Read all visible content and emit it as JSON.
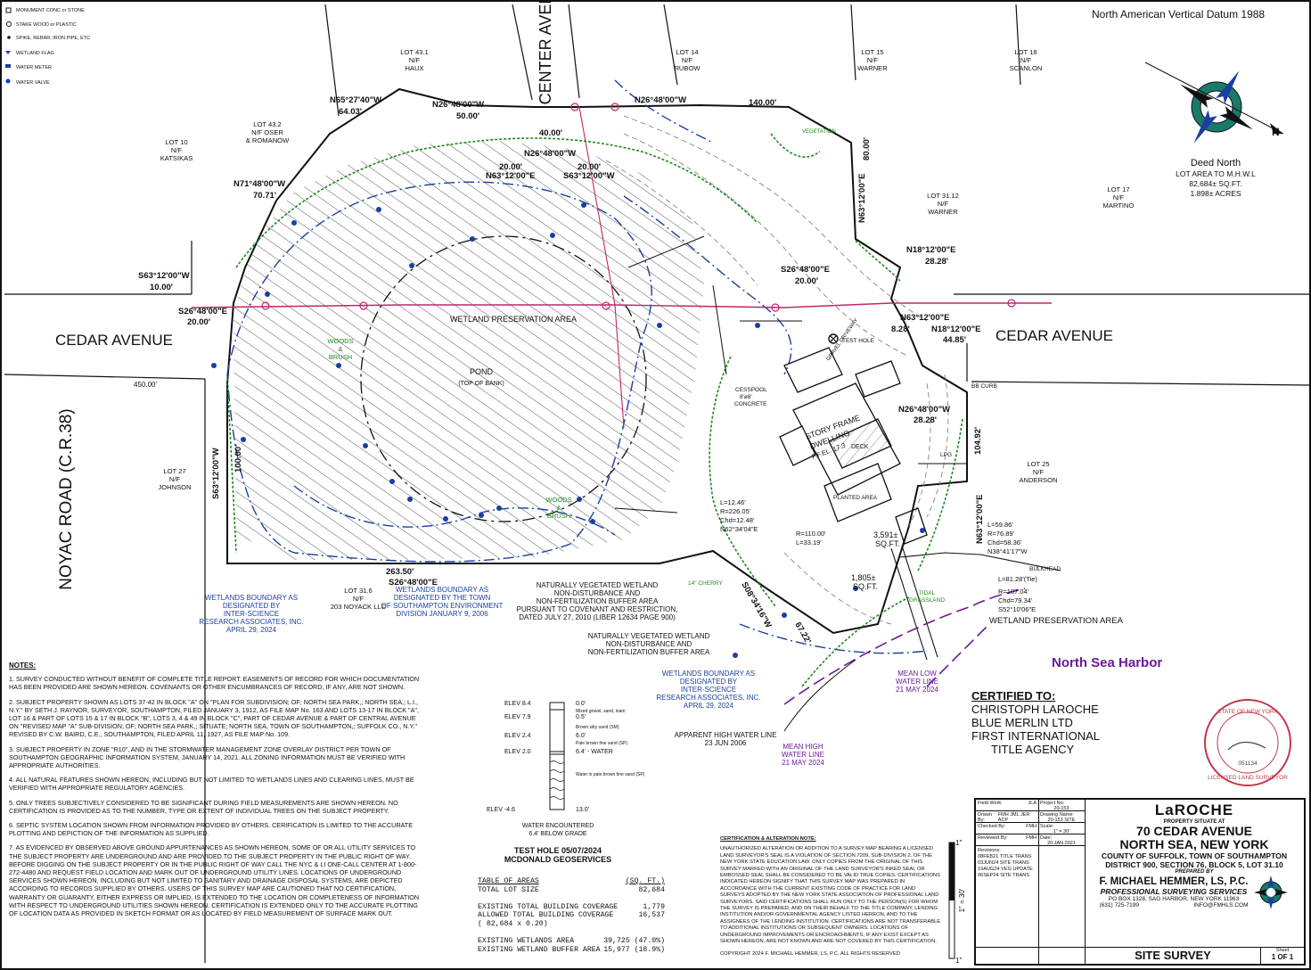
{
  "datum": "North American Vertical Datum 1988",
  "legend": [
    {
      "label": "MONUMENT CONC or STONE"
    },
    {
      "label": "STAKE WOOD or PLASTIC"
    },
    {
      "label": "SPIKE, REBAR, IRON PIPE, ETC"
    },
    {
      "label": "WETLAND FLAG"
    },
    {
      "label": "WATER METER"
    },
    {
      "label": "WATER VALVE"
    }
  ],
  "roads": {
    "center_avenue": "CENTER AVENUE",
    "cedar_avenue_left": "CEDAR AVENUE",
    "cedar_avenue_right": "CEDAR AVENUE",
    "noyac_road": "NOYAC ROAD (C.R.38)"
  },
  "lots": [
    {
      "lines": [
        "LOT 43.1",
        "N/F",
        "HAUX"
      ]
    },
    {
      "lines": [
        "LOT 14",
        "N/F",
        "RUBOW"
      ]
    },
    {
      "lines": [
        "LOT 15",
        "N/F",
        "WARNER"
      ]
    },
    {
      "lines": [
        "LOT 18",
        "N/F",
        "SCANLON"
      ]
    },
    {
      "lines": [
        "LOT 43.2",
        "N/F OSER",
        "& ROMANOW"
      ]
    },
    {
      "lines": [
        "LOT 10",
        "N/F",
        "KATSIKAS"
      ]
    },
    {
      "lines": [
        "LOT 31.12",
        "N/F",
        "WARNER"
      ]
    },
    {
      "lines": [
        "LOT 17",
        "N/F",
        "MARTINO"
      ]
    },
    {
      "lines": [
        "LOT 27",
        "N/F",
        "JOHNSON"
      ]
    },
    {
      "lines": [
        "LOT 31.6",
        "N/F",
        "203 NOYACK LLC"
      ]
    },
    {
      "lines": [
        "LOT 25",
        "N/F",
        "ANDERSON"
      ]
    }
  ],
  "bearings": [
    {
      "b": "N65°27'40\"W",
      "d": "64.03'"
    },
    {
      "b": "N26°48'00\"W",
      "d": "50.00'"
    },
    {
      "b": "N26°48'00\"W",
      "d": "140.00'"
    },
    {
      "b": "N71°48'00\"W",
      "d": "70.71'"
    },
    {
      "b": "S63°12'00\"W",
      "d": "10.00'"
    },
    {
      "b": "S26°48'00\"E",
      "d": "20.00'"
    },
    {
      "b": "N26°48'00\"W",
      "d": "40.00'"
    },
    {
      "b": "N63°12'00\"E",
      "d": "20.00'"
    },
    {
      "b": "S63°12'00\"W",
      "d": "20.00'"
    },
    {
      "b": "N18°12'00\"E",
      "d": "28.28'"
    },
    {
      "b": "S26°48'00\"E",
      "d": "20.00'"
    },
    {
      "b": "N63°12'00\"E",
      "d": "8.28'"
    },
    {
      "b": "N18°12'00\"E",
      "d": "44.85'"
    },
    {
      "b": "N26°48'00\"W",
      "d": "28.28'"
    },
    {
      "b": "S26°48'00\"E",
      "d": "263.50'"
    },
    {
      "b": "S63°12'00\"W",
      "d": "100.00'"
    },
    {
      "b": "N63°12'00\"E",
      "d": "80.00'"
    },
    {
      "b": "N63°12'00\"E",
      "d": "104.92'"
    },
    {
      "b": "S08°34'16\"W",
      "d": "67.22'"
    }
  ],
  "deed": {
    "north": "Deed North",
    "lines": [
      "LOT AREA TO M.H.W.L",
      "82,684± SQ.FT.",
      "1.898± ACRES"
    ]
  },
  "plan_labels": {
    "wetland_area": "WETLAND PRESERVATION AREA",
    "pond": "POND",
    "pond_sub": "(TOP OF BANK)",
    "woods1": [
      "WOODS",
      "&",
      "BRUSH"
    ],
    "woods2": [
      "WOODS",
      "&",
      "BRUSH"
    ],
    "dwelling": [
      "STORY FRAME",
      "DWELLING",
      "F.F.EL. 17.3"
    ],
    "deck": "DECK",
    "planted": "PLANTED AREA",
    "cesspool": [
      "CESSPOOL",
      "8'ø8'",
      "CONCRETE"
    ],
    "test_hole": "TEST HOLE",
    "gravel_drive": "GRAVEL DRIVEWAY",
    "vegetation": "VEGETATION",
    "tidal": [
      "TIDAL",
      "GRASSLAND"
    ],
    "wetland_east": "WETLAND PRESERVATION AREA",
    "harbor": "North Sea Harbor",
    "dist_450": "450.00'",
    "sqft1": [
      "3,591±",
      "SQ.FT."
    ],
    "sqft2": [
      "1,805±",
      "SQ.FT."
    ],
    "curve1": [
      "R=110.00'",
      "L=33.19'"
    ],
    "curve2": [
      "L=12.46'",
      "R=226.05'",
      "Chd=12.48'",
      "N62°34'04\"E"
    ],
    "curve3": [
      "L=59.86'",
      "R=76.89'",
      "Chd=58.36'",
      "N38°41'17\"W"
    ],
    "curve4": [
      "L=81.28'(Tie)",
      "R=107.04'",
      "Chd=79.34'",
      "S52°10'06\"E"
    ],
    "bb_curb": "BB CURB",
    "bulkhead": "BULKHEAD",
    "cherry": "14\" CHERRY",
    "lpg": "LPG"
  },
  "callouts": [
    {
      "lines": [
        "WETLANDS BOUNDARY AS",
        "DESIGNATED BY",
        "INTER-SCIENCE",
        "RESEARCH ASSOCIATES, INC.",
        "APRIL 29, 2024"
      ]
    },
    {
      "lines": [
        "WETLANDS BOUNDARY AS",
        "DESIGNATED BY THE TOWN",
        "OF SOUTHAMPTON ENVIRONMENT",
        "DIVISION JANUARY 9, 2006"
      ]
    },
    {
      "lines": [
        "NATURALLY VEGETATED WETLAND",
        "NON-DISTURBANCE AND",
        "NON-FERTILIZATION BUFFER AREA",
        "PURSUANT TO COVENANT AND RESTRICTION,",
        "DATED JULY 27, 2010 (LIBER 12634 PAGE 900)"
      ]
    },
    {
      "lines": [
        "NATURALLY VEGETATED WETLAND",
        "NON-DISTURBANCE AND",
        "NON-FERTILIZATION BUFFER AREA"
      ]
    },
    {
      "lines": [
        "WETLANDS BOUNDARY AS",
        "DESIGNATED BY",
        "INTER-SCIENCE",
        "RESEARCH ASSOCIATES, INC.",
        "APRIL 29, 2024"
      ]
    },
    {
      "lines": [
        "APPARENT HIGH WATER LINE",
        "23 JUN 2006"
      ]
    },
    {
      "lines": [
        "MEAN HIGH",
        "WATER LINE",
        "21 MAY 2024"
      ]
    },
    {
      "lines": [
        "MEAN LOW",
        "WATER LINE",
        "21 MAY 2024"
      ]
    }
  ],
  "test_hole": {
    "elevs": [
      "ELEV 8.4",
      "ELEV 7.9",
      "ELEV 2.4",
      "ELEV 2.0",
      "ELEV -4.6"
    ],
    "depths": [
      "0.0'",
      "0.5'",
      "6.0'",
      "6.4' - WATER",
      "13.0'"
    ],
    "soils": [
      "Mixed gravel, sand, loam",
      "Brown silty sand (SM)",
      "Pale brown fine sand (SP)",
      "Water in pale brown fine sand (SP)"
    ],
    "encountered": [
      "WATER ENCOUNTERED",
      "6.4' BELOW GRADE"
    ],
    "title": [
      "TEST HOLE 05/07/2024",
      "MCDONALD GEOSERVICES"
    ]
  },
  "areas": {
    "header": [
      "TABLE OF AREAS",
      "(SQ. FT.)"
    ],
    "rows": [
      [
        "TOTAL LOT SIZE",
        "82,684"
      ],
      [
        "",
        ""
      ],
      [
        "EXISTING TOTAL BUILDING COVERAGE",
        "1,779"
      ],
      [
        "ALLOWED TOTAL BUILDING COVERAGE",
        "16,537"
      ],
      [
        "( 82,684 x 0.20)",
        ""
      ],
      [
        "",
        ""
      ],
      [
        "EXISTING WETLANDS AREA",
        "39,725 (47.0%)"
      ],
      [
        "EXISTING WETLAND BUFFER AREA",
        "15,977 (18.9%)"
      ]
    ]
  },
  "notes": {
    "title": "NOTES:",
    "items": [
      "1.  SURVEY CONDUCTED WITHOUT BENEFIT OF COMPLETE TITLE REPORT.  EASEMENTS OF RECORD FOR WHICH DOCUMENTATION HAS BEEN PROVIDED ARE SHOWN HEREON.  COVENANTS OR OTHER ENCUMBRANCES OF RECORD, IF ANY, ARE NOT SHOWN.",
      "2.  SUBJECT PROPERTY SHOWN AS LOTS 37-42 IN BLOCK \"A\" ON \"PLAN FOR SUBDIVISION; OF; NORTH SEA PARK,; NORTH SEA,; L.I., N.Y.\" BY SETH J. RAYNOR, SURVEYOR, SOUTHAMPTON, FILED JANUARY 3, 1912, AS FILE MAP No. 163 AND LOTS 13-17 IN BLOCK \"A\", LOT 16 & PART OF LOTS 15 & 17 IN BLOCK \"B\", LOTS 3, 4 & 49 IN BLOCK \"C\", PART OF CEDAR AVENUE & PART OF CENTRAL AVENUE ON \"REVISED MAP \"A\" SUB-DIVISION; OF; NORTH SEA PARK,; SITUATE; NORTH SEA, TOWN OF SOUTHAMPTON,; SUFFOLK CO., N.Y.\" REVISED BY C.W. BAIRD, C.E., SOUTHAMPTON, FILED APRIL 11, 1927, AS FILE MAP No. 109.",
      "3.  SUBJECT PROPERTY IN ZONE \"R10\", AND IN THE STORMWATER MANAGEMENT ZONE OVERLAY DISTRICT PER TOWN OF SOUTHAMPTON GEOGRAPHIC INFORMATION SYSTEM, JANUARY 14, 2021.  ALL ZONING INFORMATION MUST BE VERIFIED WITH APPROPRIATE AUTHORITIES.",
      "4.  ALL NATURAL FEATURES SHOWN HEREON, INCLUDING BUT NOT LIMITED TO WETLANDS LINES AND CLEARING LINES, MUST BE VERIFIED WITH APPROPRIATE REGULATORY AGENCIES.",
      "5.  ONLY TREES SUBJECTIVELY CONSIDERED TO BE SIGNIFICANT DURING FIELD MEASUREMENTS ARE SHOWN HEREON.  NO CERTIFICATION IS PROVIDED AS TO THE NUMBER, TYPE OR EXTENT OF INDIVIDUAL TREES ON THE SUBJECT PROPERTY.",
      "6.  SEPTIC SYSTEM LOCATION SHOWN FROM INFORMATION PROVIDED BY OTHERS.  CERIFICATION IS LIMITED TO THE ACCURATE PLOTTING AND DEPICTION OF THE INFORMATION AS SUPPLIED.",
      "7.  AS EVIDENCED BY OBSERVED ABOVE GROUND APPURTENANCES AS SHOWN HEREON, SOME OF OR ALL UTILITY SERVICES TO THE SUBJECT PROPERTY ARE UNDERGROUND AND ARE PROVIDED TO THE SUBJECT PROPERTY IN THE PUBLIC RIGHT OF WAY. BEFORE DIGGING ON THE SUBJECT PROPERTY OR IN THE PUBLIC RIGHT OF WAY CALL THE NYC & LI ONE-CALL CENTER AT 1-800-272-4480 AND REQUEST FIELD LOCATION AND MARK OUT OF UNDERGROUND UTILITY LINES.  LOCATIONS OF UNDERGROUND SERVICES SHOWN HEREON, INCLUDING BUT NOT LIMITED TO SANITARY AND DRAINAGE DISPOSAL SYSTEMS, ARE DEPICTED ACCORDING TO RECORDS SUPPLIED BY OTHERS.  USERS OF THIS SURVEY MAP ARE CAUTIONED THAT NO CERTIFICATION, WARRANTY OR GUARANTY, EITHER EXPRESS OR IMPLIED, IS EXTENDED TO THE LOCATION OR COMPLETENESS OF INFORMATION WITH RESPECT TO UNDERGROUND UTILITIES SHOWN HEREON.  CERTIFICATION IS EXTENDED ONLY TO THE ACCURATE PLOTTING OF LOCATION DATA AS PROVIDED IN SKETCH FORMAT OR AS LOCATED BY FIELD MEASUREMENT OF SURFACE MARK OUT."
    ]
  },
  "alteration": {
    "title": "CERTIFICATION & ALTERATION NOTE:",
    "text": "UNAUTHORIZED ALTERATION OR ADDITION TO A SURVEY MAP BEARING A LICENSED LAND SURVEYOR'S SEAL IS A VIOLATION OF SECTION 7209, SUB-DIVISION 2, OF THE NEW YORK STATE EDUCATION LAW.  ONLY COPIES FROM THE ORIGINAL OF THIS SURVEY MARKED WITH AN ORIGINAL OF THE LAND SURVEYOR'S INKED SEAL OR EMBOSSED SEAL SHALL BE CONSIDERED TO BE VALID TRUE COPIES.  CERTIFICATIONS INDICATED HEREON SIGNIFY THAT THIS SURVEY MAP WAS PREPARED IN ACCORDANCE WITH THE CURRENT EXISTING CODE OF PRACTICE FOR LAND SURVEYS ADOPTED BY THE NEW YORK STATE ASSOCIATION OF PROFESSIONAL LAND SURVEYORS. SAID CERTIFICATIONS SHALL RUN ONLY TO THE PERSON(S) FOR WHOM THE SURVEY IS PREPARED, AND ON THEIR BEHALF TO THE TITLE COMPANY, LENDING INSTITUTION AND/OR GOVERNMENTAL AGENCY LISTED HEREON, AND TO THE ASSIGNEES OF THE LENDING INSTITUTION. CERTIFICATIONS ARE NOT TRANSFERABLE TO ADDITIONAL INSTITUTIONS OR SUBSEQUENT OWNERS.  LOCATIONS OF UNDERGROUND IMPROVEMENTS OR ENCROACHMENTS, IF ANY EXIST EXCEPT AS SHOWN HEREON, ARE NOT KNOWN AND ARE NOT COVERED BY THIS CERTIFICATION.",
    "copyright": "COPYRIGHT 2024 F. MICHAEL HEMMER, LS, P.C.  ALL RIGHTS RESERVED"
  },
  "certified": {
    "title": "CERTIFIED TO:",
    "names": [
      "CHRISTOPH LAROCHE",
      "BLUE MERLIN LTD",
      "FIRST INTERNATIONAL",
      "TITLE AGENCY"
    ]
  },
  "seal": {
    "top": "STATE OF NEW YORK",
    "num": "051134",
    "bottom": "LICENSED LAND SURVEYOR"
  },
  "scale": {
    "top": "1\"",
    "mid": "1\" = 30'",
    "bottom": "1\""
  },
  "title_block": {
    "left": [
      [
        "Field Work:",
        "JLA"
      ],
      [
        "Drawn By:",
        "FMH JML JER ACP"
      ],
      [
        "Checked By:",
        "FMH"
      ],
      [
        "Reviewed By:",
        "FMH"
      ]
    ],
    "mid": [
      [
        "Project No:",
        "20-153"
      ],
      [
        "Drawing Name:",
        "20-153 SITE"
      ],
      [
        "Scale:",
        "1\" = 30'"
      ],
      [
        "Date:",
        "20 JAN 2021"
      ]
    ],
    "revisions_title": "Revisions:",
    "revisions": [
      "08FEB21 TITLE TRANS",
      "03JUN24 SITE TRANS",
      "19AUG24 VEG UPDATE",
      "06SEP24 SITE TRANS"
    ],
    "client": "LaROCHE",
    "situate": "PROPERTY SITUATE AT",
    "addr1": "70 CEDAR AVENUE",
    "addr2": "NORTH SEA, NEW YORK",
    "county": "COUNTY OF SUFFOLK, TOWN OF SOUTHAMPTON",
    "district": "DISTRICT 900, SECTION 76, BLOCK 5, LOT 31.10",
    "prepared": "PREPARED BY",
    "firm": "F. MICHAEL HEMMER, LS, P.C.",
    "services": "PROFESSIONAL SURVEYING SERVICES",
    "po": "PO BOX 1328, SAG HARBOR, NEW YORK 11963",
    "phone": "(631) 725-7199",
    "email": "INFO@FMHLS.COM",
    "sheet_type": "SITE SURVEY",
    "sheet_label": "Sheet",
    "sheet_no": "1 OF 1"
  },
  "colors": {
    "wetland": "#1a3fa0",
    "vegetation": "#1a8a1a",
    "overhead": "#c0266a",
    "mhwl": "#6a1a9a",
    "seal": "#c0394a"
  }
}
